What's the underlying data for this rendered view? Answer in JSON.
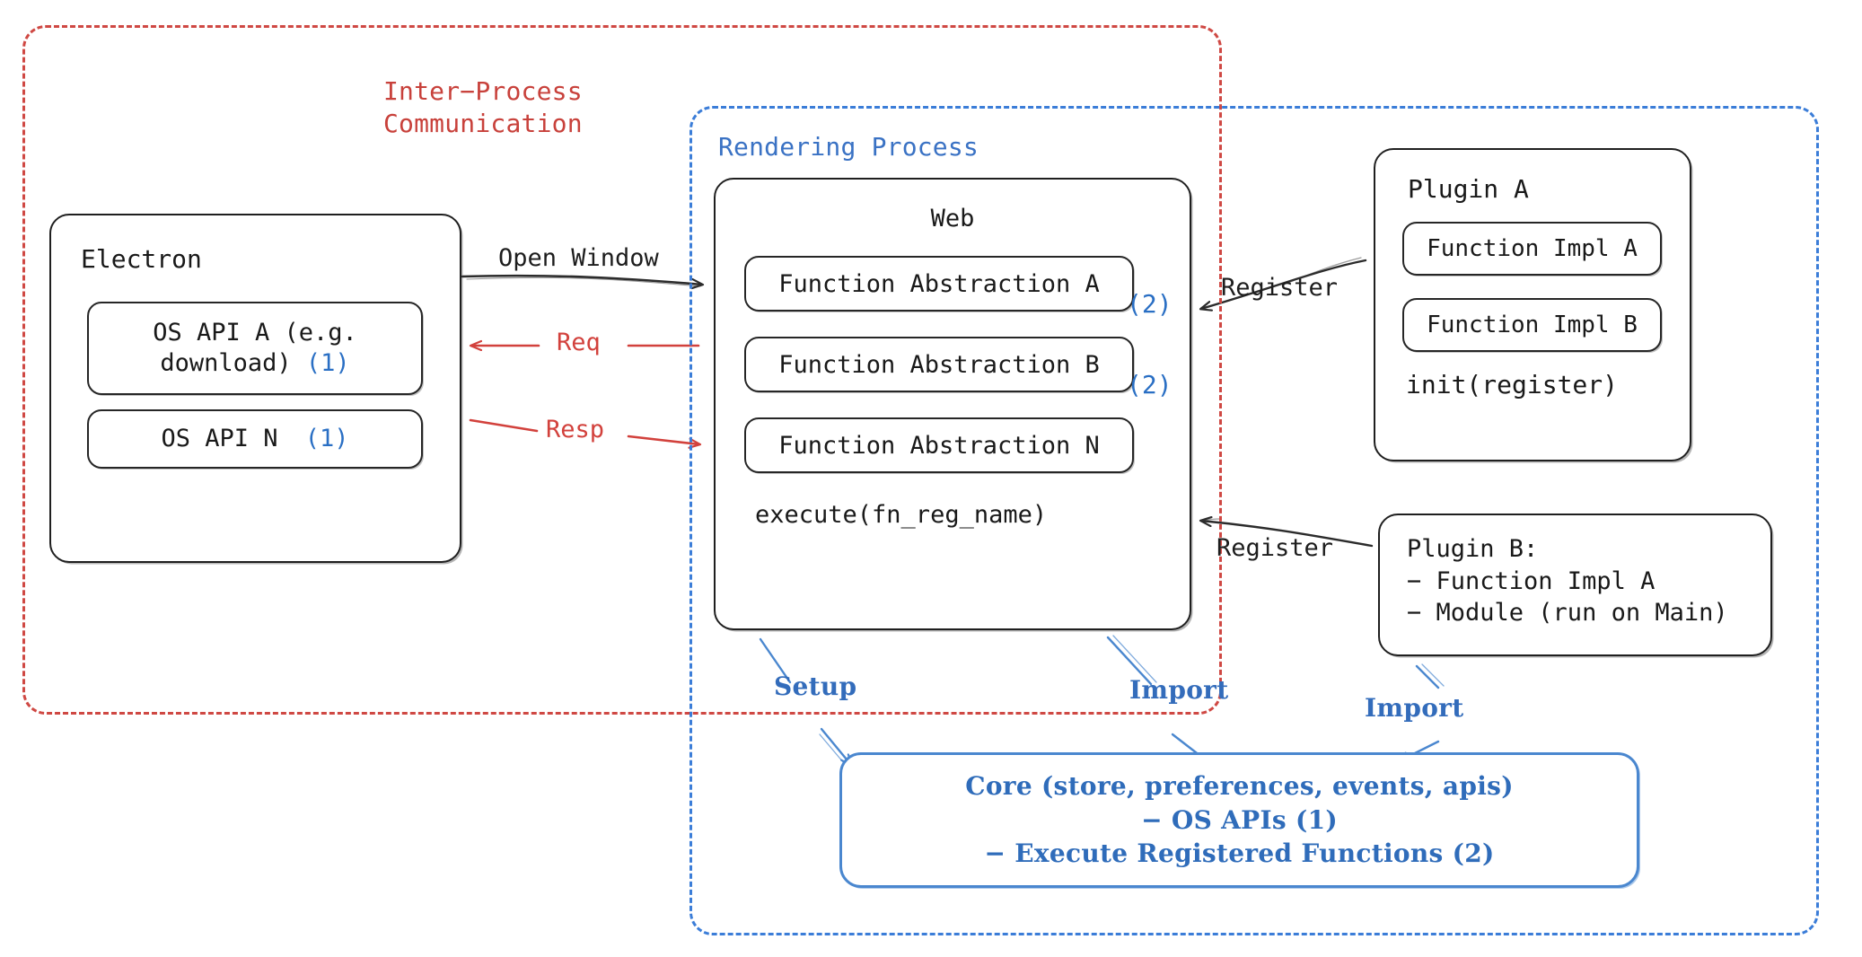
{
  "diagram": {
    "title": "Electron plugin architecture — IPC and rendering process",
    "colors": {
      "ipc_red": "#c8413b",
      "render_blue": "#3a72c4",
      "core_blue": "#2f6cba",
      "box_stroke": "#1f1f1f",
      "arrow_red": "#d2413c",
      "arrow_blue": "#4a87cf",
      "arrow_black": "#2b2b2b",
      "background": "#ffffff"
    }
  },
  "regions": {
    "ipc": {
      "label": "Inter−Process\nCommunication"
    },
    "rendering": {
      "label": "Rendering Process"
    }
  },
  "electron": {
    "title": "Electron",
    "items": [
      {
        "label": "OS API A (e.g.\ndownload)",
        "badge": "(1)"
      },
      {
        "label": "OS API N",
        "badge": "(1)"
      }
    ]
  },
  "web": {
    "title": "Web",
    "abstractions": [
      {
        "label": "Function Abstraction A",
        "badge": "(2)"
      },
      {
        "label": "Function Abstraction B",
        "badge": "(2)"
      },
      {
        "label": "Function Abstraction N",
        "badge": ""
      }
    ],
    "footer": "execute(fn_reg_name)"
  },
  "plugin_a": {
    "title": "Plugin A",
    "items": [
      {
        "label": "Function Impl A"
      },
      {
        "label": "Function Impl B"
      }
    ],
    "footer": "init(register)"
  },
  "plugin_b": {
    "text": "Plugin B:\n− Function Impl A\n− Module (run on Main)"
  },
  "core": {
    "text": "Core (store, preferences, events, apis)\n− OS APIs (1)\n− Execute Registered Functions (2)"
  },
  "edges": {
    "open_window": "Open Window",
    "req": "Req",
    "resp": "Resp",
    "register_plugin_a": "Register",
    "register_plugin_b": "Register",
    "setup": "Setup",
    "import_web": "Import",
    "import_plugin_b": "Import"
  }
}
